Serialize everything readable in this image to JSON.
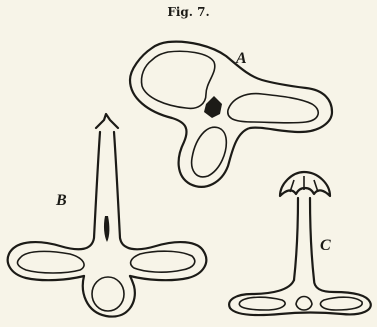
{
  "figure": {
    "title": "Fig. 7.",
    "labels": {
      "a": "A",
      "b": "B",
      "c": "C"
    }
  }
}
